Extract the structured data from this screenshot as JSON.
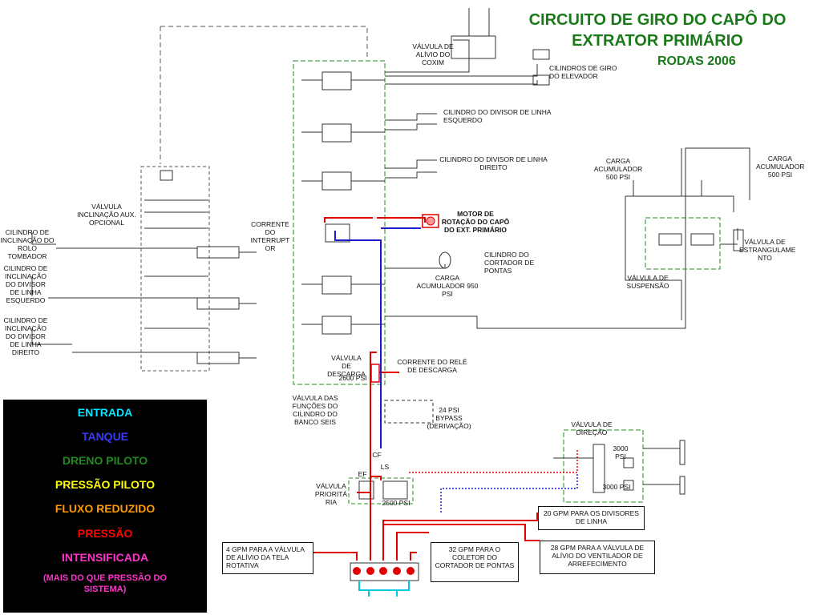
{
  "title": {
    "line1": "CIRCUITO DE GIRO DO CAPÔ DO",
    "line2": "EXTRATOR PRIMÁRIO",
    "subtitle": "RODAS 2006"
  },
  "labels": {
    "valvula_alivio_coxim": "VÁLVULA DE ALÍVIO DO COXIM",
    "cilindros_giro_elevador": "CILINDROS DE GIRO DO ELEVADOR",
    "cil_divisor_esquerdo": "CILINDRO DO DIVISOR DE LINHA ESQUERDO",
    "cil_divisor_direito": "CILINDRO DO DIVISOR DE LINHA DIREITO",
    "motor_rotacao": "MOTOR DE ROTAÇÃO DO CAPÔ DO EXT. PRIMÁRIO",
    "corrente_interruptor": "CORRENTE DO INTERRUPT OR",
    "cil_cortador_pontas": "CILINDRO DO CORTADOR DE PONTAS",
    "carga_acumulador_950": "CARGA ACUMULADOR 950 PSI",
    "valvula_descarga": "VÁLVULA DE DESCARGA",
    "psi_2600": "2600 PSI",
    "corrente_rele": "CORRENTE DO RELÉ DE DESCARGA",
    "valvula_funcoes": "VÁLVULA DAS FUNÇÕES DO CILINDRO DO BANCO SEIS",
    "bypass": "24 PSI BYPASS (DERIVAÇÃO)",
    "valvula_inclinacao_aux": "VÁLVULA INCLINAÇÃO AUX. OPCIONAL",
    "cil_rolo_tombador": "CILINDRO DE INCLINAÇÃO DO ROLO TOMBADOR",
    "cil_incl_divisor_esq": "CILINDRO DE INCLINAÇÃO DO DIVISOR DE LINHA ESQUERDO",
    "cil_incl_divisor_dir": "CILINDRO DE INCLINAÇÃO DO DIVISOR DE LINHA DIREITO",
    "carga_acum_500_left": "CARGA ACUMULADOR 500 PSI",
    "carga_acum_500_right": "CARGA ACUMULADOR 500 PSI",
    "valvula_estrangulamento": "VÁLVULA DE ESTRANGULAME NTO",
    "valvula_suspensao": "VÁLVULA DE SUSPENSÃO",
    "valvula_direcao": "VÁLVULA DE DIREÇÃO",
    "psi_3000_a": "3000 PSI",
    "psi_3000_b": "3000 PSI",
    "cf": "CF",
    "ls": "LS",
    "ef": "EF",
    "valvula_prioritaria": "VÁLVULA PRIORITÁ RIA",
    "psi_2500": "2500 PSI",
    "gpm_20": "20 GPM PARA OS DIVISORES DE LINHA",
    "gpm_4": "4 GPM PARA A VÁLVULA DE ALÍVIO DA TELA ROTATIVA",
    "gpm_32": "32 GPM PARA O COLETOR DO CORTADOR DE PONTAS",
    "gpm_28": "28 GPM PARA A VÁLVULA DE ALÍVIO DO VENTILADOR DE ARREFECIMENTO"
  },
  "legend": [
    {
      "text": "ENTRADA",
      "color": "#00e5ff"
    },
    {
      "text": "TANQUE",
      "color": "#3a3aff"
    },
    {
      "text": "DRENO PILOTO",
      "color": "#1f8a1f"
    },
    {
      "text": "PRESSÃO PILOTO",
      "color": "#ffff00"
    },
    {
      "text": "FLUXO REDUZIDO",
      "color": "#ff9900"
    },
    {
      "text": "PRESSÃO",
      "color": "#ff0000"
    },
    {
      "text": "INTENSIFICADA",
      "color": "#ff33cc"
    },
    {
      "text": "(MAIS DO QUE PRESSÃO DO SISTEMA)",
      "color": "#ff33cc"
    }
  ],
  "colors": {
    "title": "#1a7a1a",
    "pressure": "#e00000",
    "tank": "#1a1acc",
    "inlet": "#00c8e0",
    "pilot_drain": "#1f8a1f",
    "intensified": "#ff33cc"
  }
}
